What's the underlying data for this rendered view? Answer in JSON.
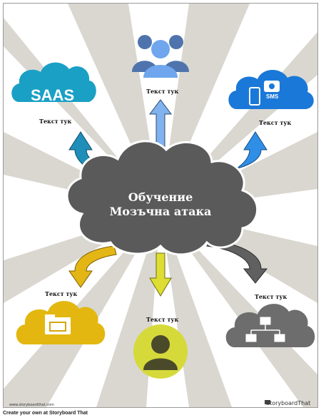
{
  "center": {
    "line1": "Обучение",
    "line2": "Мозъчна атака"
  },
  "labels": {
    "top": "Текст тук",
    "left_top": "Текст тук",
    "right_top": "Текст тук",
    "left_bottom": "Текст тук",
    "bottom": "Текст тук",
    "right_bottom": "Текст тук"
  },
  "icons": {
    "saas_text": "SAAS",
    "sms_text": "SMS"
  },
  "colors": {
    "cloud_center": "#5a5a5a",
    "arrow_top": "#7fb2ee",
    "arrow_left_top": "#1f8fb9",
    "arrow_right_top": "#2f8fe6",
    "arrow_left_bottom": "#e4b615",
    "arrow_bottom": "#dddd33",
    "arrow_right_bottom": "#606060",
    "cloud_saas": "#1aa0c5",
    "cloud_sms": "#1a78d8",
    "cloud_files": "#e3b70f",
    "cloud_network": "#6d6d6d",
    "users": "#5f86c3",
    "avatar_circle": "#d6d93a",
    "sunburst": "#d9d7d0"
  },
  "watermark": {
    "url": "www.storyboardthat.com",
    "brand": "StoryboardThat"
  },
  "footer": "Create your own at Storyboard That"
}
